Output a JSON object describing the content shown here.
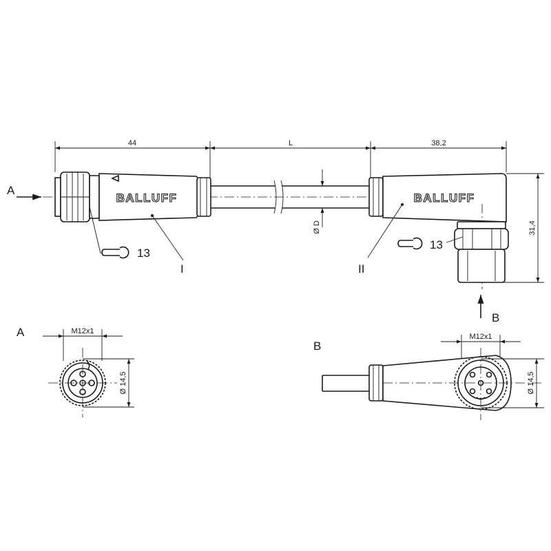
{
  "dimensions": {
    "left_connector_length": "44",
    "cable_length": "L",
    "right_connector_length": "38,2",
    "right_connector_height": "31,4",
    "cable_diameter": "Ø D",
    "thread_a": "M12x1",
    "thread_b": "M12x1",
    "diameter_a": "Ø 14,5",
    "diameter_b": "Ø 14,5"
  },
  "wrench_sizes": {
    "left": "13",
    "right": "13"
  },
  "brand": {
    "left": "BALLUFF",
    "right": "BALLUFF"
  },
  "callouts": {
    "connector_one": "I",
    "connector_two": "II"
  },
  "views": {
    "arrow_a": "A",
    "arrow_b": "B",
    "view_a_title": "A",
    "view_b_title": "B"
  },
  "colors": {
    "line": "#1a1a1a",
    "background": "#ffffff"
  }
}
